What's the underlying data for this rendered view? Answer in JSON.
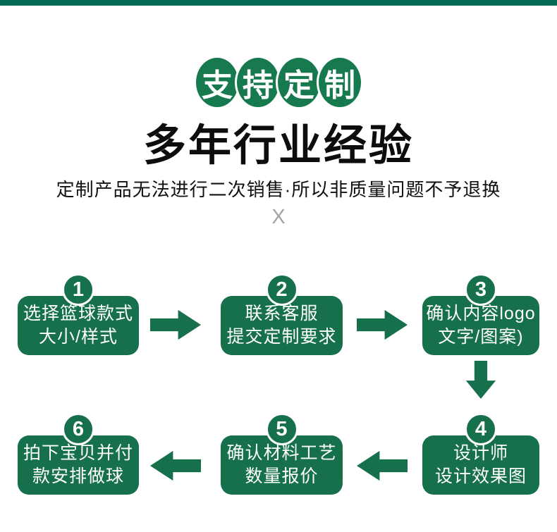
{
  "badge": {
    "characters": [
      "支",
      "持",
      "定",
      "制"
    ]
  },
  "heading": {
    "text": "多年行业经验"
  },
  "subtitle": {
    "text": "定制产品无法进行二次销售·所以非质量问题不予退换"
  },
  "divider": {
    "text": "X"
  },
  "flow": {
    "steps": [
      {
        "number": "1",
        "line1": "选择篮球款式",
        "line2": "大小/样式"
      },
      {
        "number": "2",
        "line1": "联系客服",
        "line2": "提交定制要求"
      },
      {
        "number": "3",
        "line1": "确认内容logo",
        "line2": "文字/图案)"
      },
      {
        "number": "4",
        "line1": "设计师",
        "line2": "设计效果图"
      },
      {
        "number": "5",
        "line1": "确认材料工艺",
        "line2": "数量报价"
      },
      {
        "number": "6",
        "line1": "拍下宝贝并付",
        "line2": "款安排做球"
      }
    ]
  },
  "colors": {
    "green": "#16704c",
    "bar_green": "#056a54",
    "badge_green": "#17794e",
    "gray": "#a3a3a3"
  }
}
